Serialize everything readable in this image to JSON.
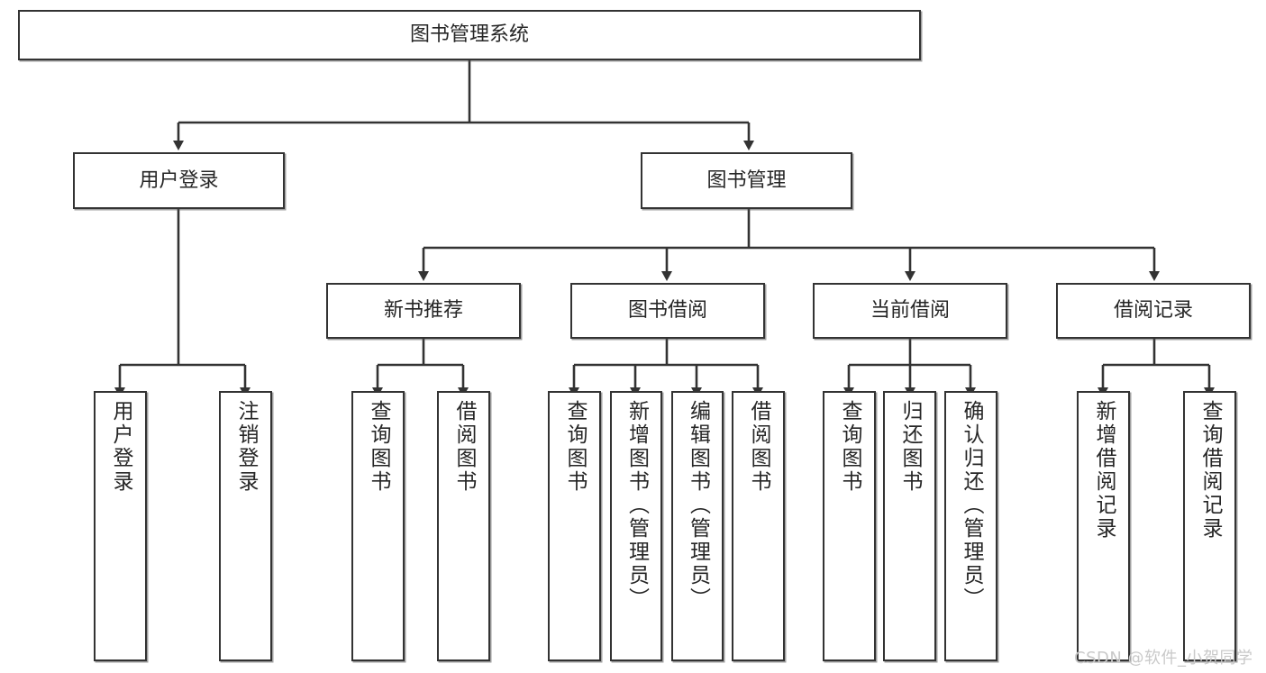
{
  "diagram": {
    "type": "tree-hierarchy-chart",
    "title": "图书管理系统",
    "colors": {
      "box_border": "#333333",
      "box_fill": "#ffffff",
      "connector": "#333333",
      "text": "#262626",
      "watermark": "#c9c9c9",
      "background": "#ffffff"
    },
    "levels": [
      {
        "level": 1,
        "nodes": [
          {
            "id": "root",
            "label": "图书管理系统",
            "orientation": "horizontal"
          }
        ]
      },
      {
        "level": 2,
        "nodes": [
          {
            "id": "login",
            "label": "用户登录",
            "orientation": "horizontal",
            "parent": "root"
          },
          {
            "id": "bookmgmt",
            "label": "图书管理",
            "orientation": "horizontal",
            "parent": "root"
          }
        ]
      },
      {
        "level": 3,
        "nodes": [
          {
            "id": "newbook",
            "label": "新书推荐",
            "orientation": "horizontal",
            "parent": "bookmgmt"
          },
          {
            "id": "borrow",
            "label": "图书借阅",
            "orientation": "horizontal",
            "parent": "bookmgmt"
          },
          {
            "id": "current",
            "label": "当前借阅",
            "orientation": "horizontal",
            "parent": "bookmgmt"
          },
          {
            "id": "records",
            "label": "借阅记录",
            "orientation": "horizontal",
            "parent": "bookmgmt"
          }
        ]
      },
      {
        "level": 4,
        "nodes": [
          {
            "id": "leaf1",
            "label": "用户登录",
            "orientation": "vertical",
            "parent": "login"
          },
          {
            "id": "leaf2",
            "label": "注销登录",
            "orientation": "vertical",
            "parent": "login"
          },
          {
            "id": "leaf3",
            "label": "查询图书",
            "orientation": "vertical",
            "parent": "newbook"
          },
          {
            "id": "leaf4",
            "label": "借阅图书",
            "orientation": "vertical",
            "parent": "newbook"
          },
          {
            "id": "leaf5",
            "label": "查询图书",
            "orientation": "vertical",
            "parent": "borrow"
          },
          {
            "id": "leaf6",
            "label": "新增图书（管理员）",
            "orientation": "vertical",
            "parent": "borrow"
          },
          {
            "id": "leaf7",
            "label": "编辑图书（管理员）",
            "orientation": "vertical",
            "parent": "borrow"
          },
          {
            "id": "leaf8",
            "label": "借阅图书",
            "orientation": "vertical",
            "parent": "borrow"
          },
          {
            "id": "leaf9",
            "label": "查询图书",
            "orientation": "vertical",
            "parent": "current"
          },
          {
            "id": "leaf10",
            "label": "归还图书",
            "orientation": "vertical",
            "parent": "current"
          },
          {
            "id": "leaf11",
            "label": "确认归还（管理员）",
            "orientation": "vertical",
            "parent": "current"
          },
          {
            "id": "leaf12",
            "label": "新增借阅记录",
            "orientation": "vertical",
            "parent": "records"
          },
          {
            "id": "leaf13",
            "label": "查询借阅记录",
            "orientation": "vertical",
            "parent": "records"
          }
        ]
      }
    ]
  },
  "watermark": {
    "text": "CSDN @软件_小贺同学"
  }
}
